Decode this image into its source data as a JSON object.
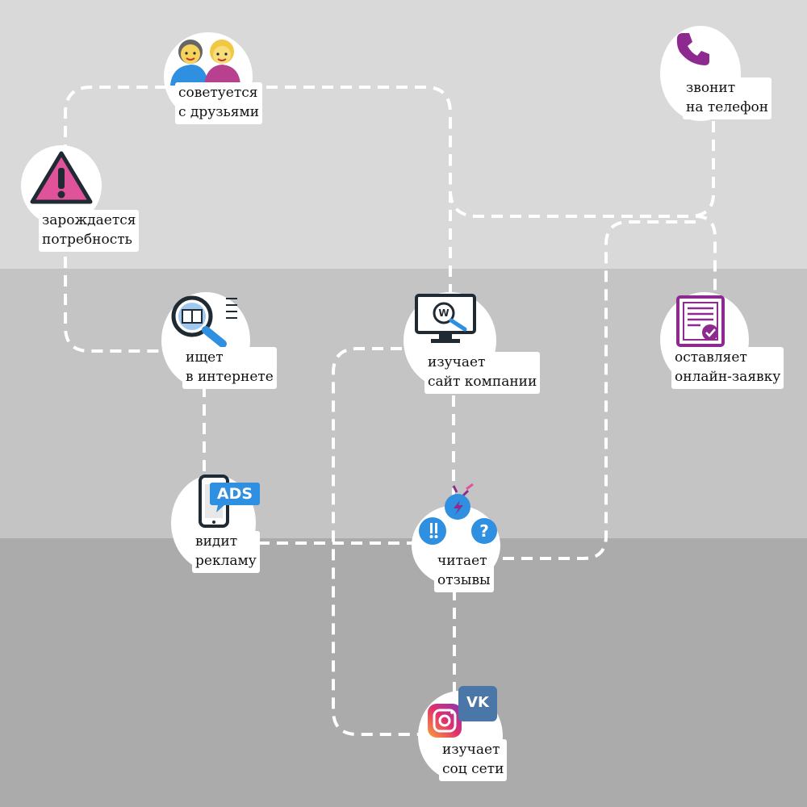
{
  "colors": {
    "band_top": "#d9d9d9",
    "band_middle": "#c4c4c4",
    "band_bottom": "#ababab",
    "path": "#ffffff",
    "accent_pink": "#e0539b",
    "accent_purple": "#8e2a8f",
    "accent_blue": "#2f8fe0",
    "dark": "#1f2a33"
  },
  "nodes": [
    {
      "id": "need",
      "icon": "warning-icon",
      "label_lines": [
        "зарождается",
        "потребность"
      ]
    },
    {
      "id": "friends",
      "icon": "friends-icon",
      "label_lines": [
        "советуется",
        "с друзьями"
      ]
    },
    {
      "id": "internet",
      "icon": "magnifier-icon",
      "label_lines": [
        "ищет",
        "в интернете"
      ]
    },
    {
      "id": "ads",
      "icon": "phone-ads-icon",
      "icon_text": "ADS",
      "label_lines": [
        "видит",
        "рекламу"
      ]
    },
    {
      "id": "site",
      "icon": "monitor-icon",
      "icon_text": "W",
      "label_lines": [
        "изучает",
        "сайт компании"
      ]
    },
    {
      "id": "reviews",
      "icon": "chat-bubbles-icon",
      "label_lines": [
        "читает",
        "отзывы"
      ]
    },
    {
      "id": "social",
      "icon": "social-icons",
      "icon_text": "VK",
      "label_lines": [
        "изучает",
        "соц сети"
      ]
    },
    {
      "id": "call",
      "icon": "phone-icon",
      "label_lines": [
        "звонит",
        "на телефон"
      ]
    },
    {
      "id": "form",
      "icon": "form-icon",
      "label_lines": [
        "оставляет",
        "онлайн-заявку"
      ]
    }
  ]
}
